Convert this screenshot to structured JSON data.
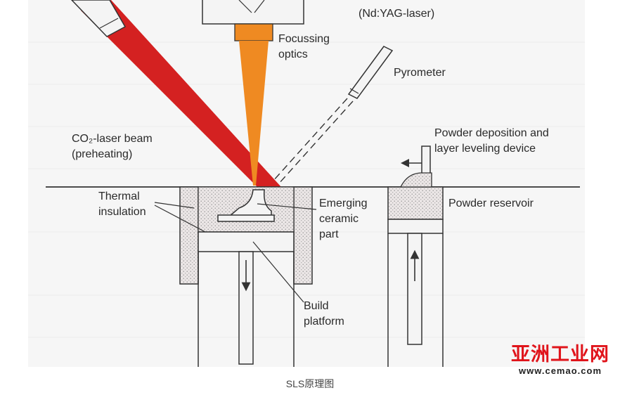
{
  "diagram": {
    "labels": {
      "nd_yag": "(Nd:YAG-laser)",
      "focussing_1": "Focussing",
      "focussing_2": "optics",
      "pyrometer": "Pyrometer",
      "co2_1": "CO₂-laser beam",
      "co2_2": "(preheating)",
      "powder_dep_1": "Powder deposition and",
      "powder_dep_2": "layer leveling device",
      "thermal_1": "Thermal",
      "thermal_2": "insulation",
      "emerging_1": "Emerging",
      "emerging_2": "ceramic",
      "emerging_3": "part",
      "reservoir": "Powder reservoir",
      "build_1": "Build",
      "build_2": "platform"
    },
    "colors": {
      "co2_beam": "#d42121",
      "yag_beam": "#ef8a22",
      "powder_fill": "#ebe6e6",
      "line": "#333333"
    }
  },
  "caption": "SLS原理图",
  "watermark": {
    "title": "亚洲工业网",
    "url": "www.cemao.com"
  }
}
